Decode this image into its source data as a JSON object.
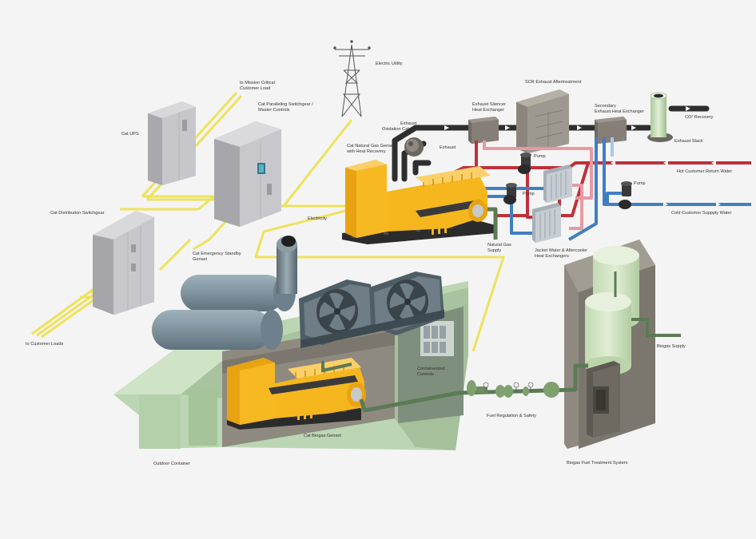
{
  "labels": {
    "mission_critical": [
      "to Mission Critical",
      "Customer Load"
    ],
    "electric_utility": "Electric Utility",
    "paralleling": [
      "Cat Paralleling Switchgear /",
      "Master Controls"
    ],
    "ups": "Cat UPS",
    "distribution": "Cat Distribution Switchgear",
    "customer_loads": "to Customer Loads",
    "electricity": "Electricity",
    "emergency_standby": [
      "Cat Emergency Standby",
      "Genset"
    ],
    "scr": "SCR Exhaust Aftertreatment",
    "silencer": [
      "Exhaust Silencer",
      "Heat Exchanger"
    ],
    "secondary": [
      "Secondary",
      "Exhaust Heat Exchanger"
    ],
    "co2": "CO² Recovery",
    "exhaust_stack": "Exhaust Stack",
    "oxidation": [
      "Exhaust",
      "Oxidation Catalyst"
    ],
    "exhaust": "Exhaust",
    "ng_genset": [
      "Cat Natural Gas Genset",
      "with Heat Recovery"
    ],
    "pump_1": "Pump",
    "pump_2": "Pump",
    "pump_3": "Pump",
    "hot_return": "Hot Customer Return Water",
    "cold_supply": "Cold Customer Suppply Water",
    "ng_supply": [
      "Natural Gas",
      "Supply"
    ],
    "jacket_water": [
      "Jacket Water & Aftercooler",
      "Heat Exchangers"
    ],
    "biogas_supply": "Biogas Supply",
    "containerized": [
      "Containerized",
      "Controls"
    ],
    "fuel_regulation": "Fuel Regulation & Safety",
    "biogas_genset": "Cat Biogas Genset",
    "outdoor_container": "Outdoor Container",
    "biogas_treatment": "Biogas Fuel Treatment System"
  },
  "colors": {
    "background": "#f4f4f4",
    "electric_line": "#ede25c",
    "exhaust_pipe": "#2e2e2e",
    "hot_water": "#c0303a",
    "hot_water_light": "#e79aa2",
    "cold_water": "#3f7fc4",
    "cold_water_light": "#a8c8ea",
    "gas_pipe": "#5c7a55",
    "cabinet": "#c9c9cc",
    "genset_yellow": "#f5b71d",
    "container_green": "#bcd6b4",
    "container_dark": "#8f8a80",
    "tank_green": "#d6e6c8",
    "radiator_gray": "#6e7d86"
  }
}
